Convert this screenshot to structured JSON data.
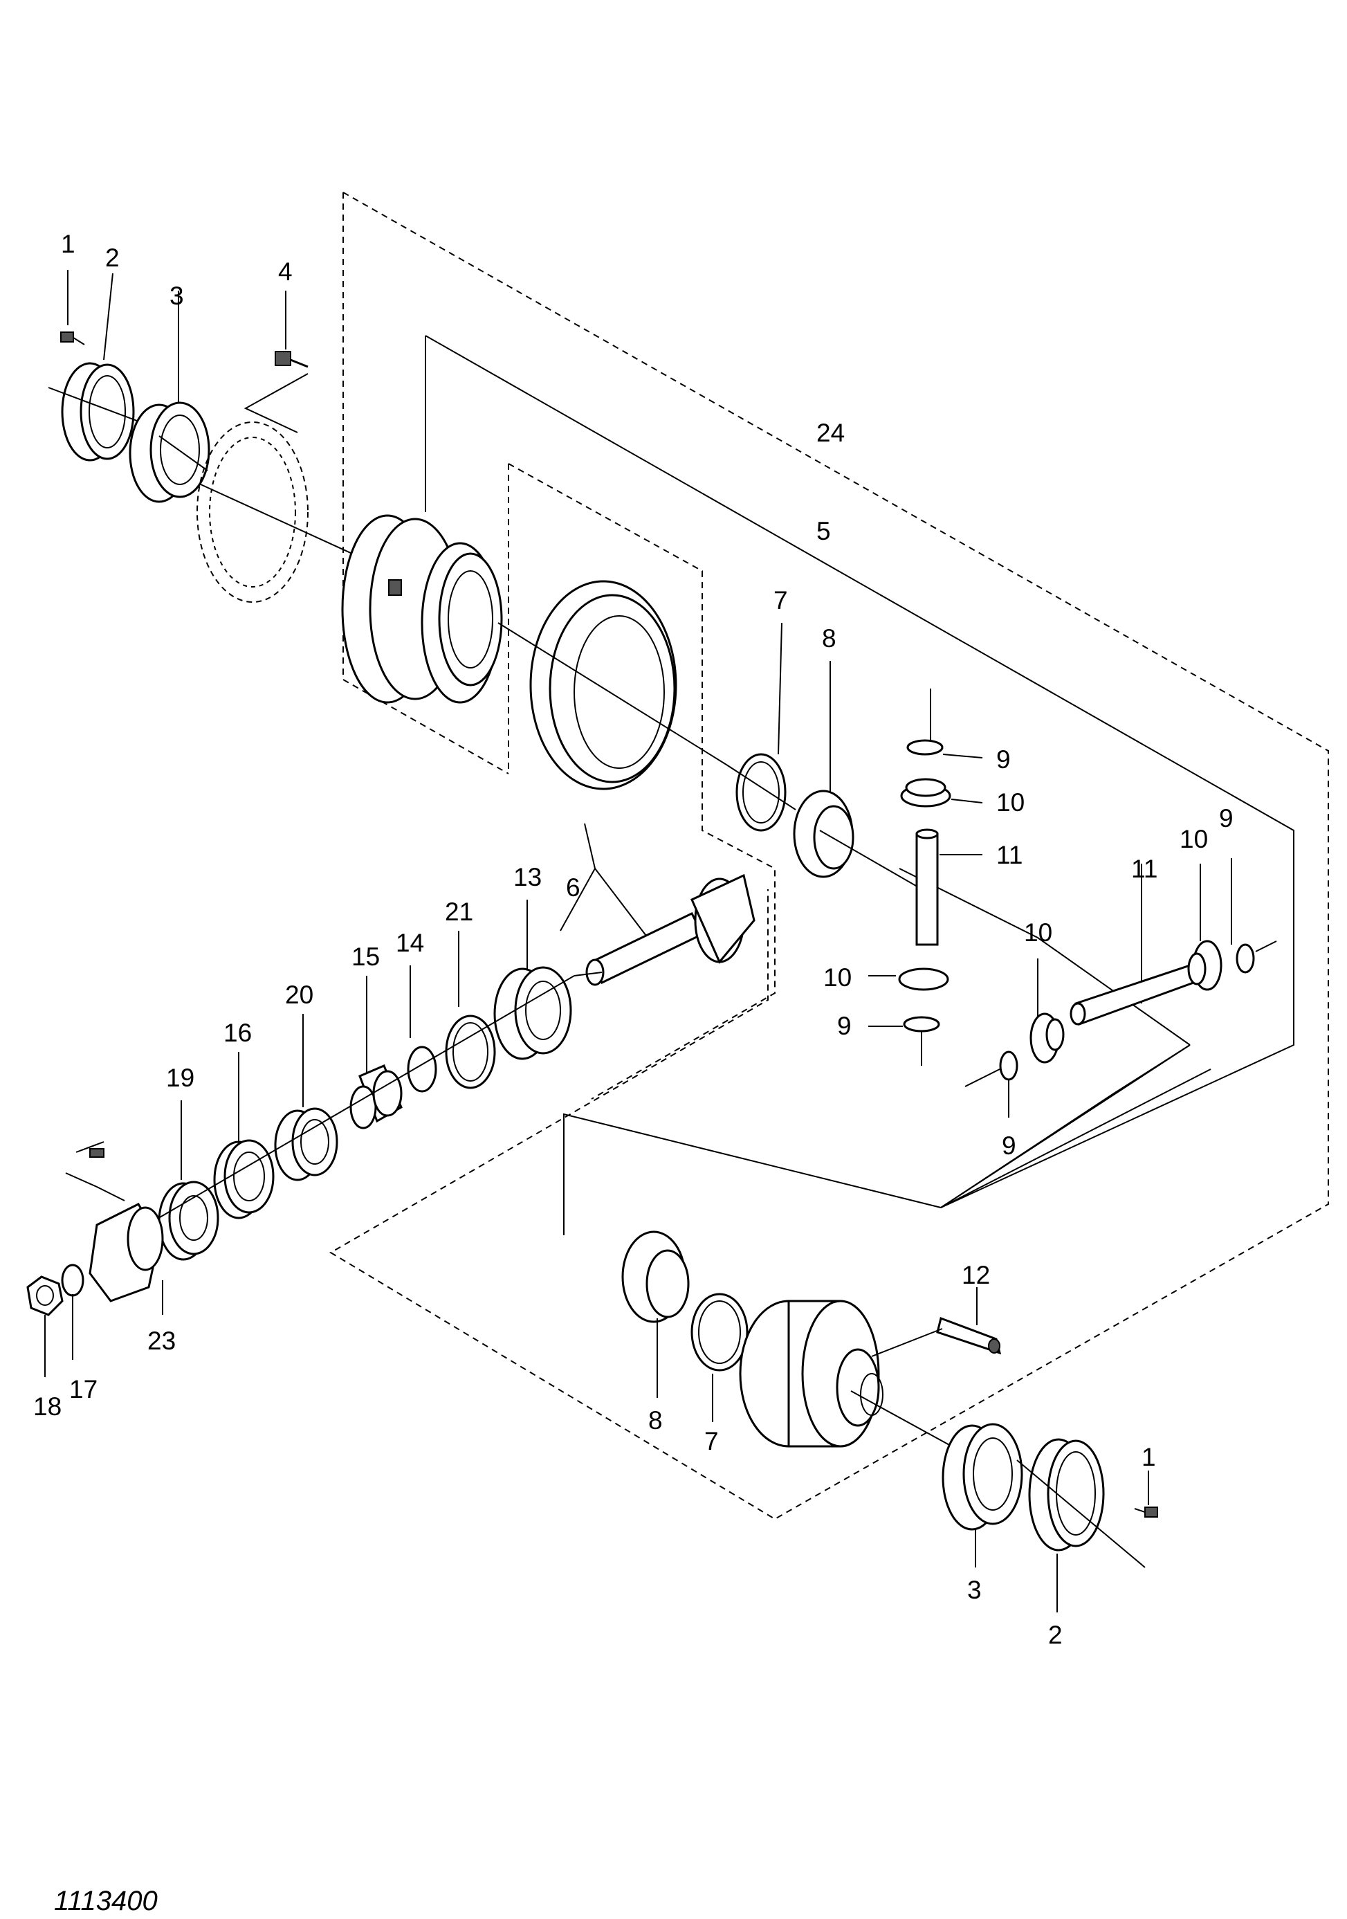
{
  "drawing_reference": "1113400",
  "callouts": [
    {
      "id": "c1a",
      "label": "1"
    },
    {
      "id": "c2a",
      "label": "2"
    },
    {
      "id": "c3a",
      "label": "3"
    },
    {
      "id": "c4",
      "label": "4"
    },
    {
      "id": "c24",
      "label": "24"
    },
    {
      "id": "c5",
      "label": "5"
    },
    {
      "id": "c7a",
      "label": "7"
    },
    {
      "id": "c8a",
      "label": "8"
    },
    {
      "id": "c9a",
      "label": "9"
    },
    {
      "id": "c10a",
      "label": "10"
    },
    {
      "id": "c11a",
      "label": "11"
    },
    {
      "id": "c9b",
      "label": "9"
    },
    {
      "id": "c10b",
      "label": "10"
    },
    {
      "id": "c11b",
      "label": "11"
    },
    {
      "id": "c13",
      "label": "13"
    },
    {
      "id": "c6",
      "label": "6"
    },
    {
      "id": "c21",
      "label": "21"
    },
    {
      "id": "c14",
      "label": "14"
    },
    {
      "id": "c15",
      "label": "15"
    },
    {
      "id": "c20",
      "label": "20"
    },
    {
      "id": "c16",
      "label": "16"
    },
    {
      "id": "c19",
      "label": "19"
    },
    {
      "id": "c10c",
      "label": "10"
    },
    {
      "id": "c10d",
      "label": "10"
    },
    {
      "id": "c9c",
      "label": "9"
    },
    {
      "id": "c9d",
      "label": "9"
    },
    {
      "id": "c12",
      "label": "12"
    },
    {
      "id": "c23",
      "label": "23"
    },
    {
      "id": "c17",
      "label": "17"
    },
    {
      "id": "c18",
      "label": "18"
    },
    {
      "id": "c8b",
      "label": "8"
    },
    {
      "id": "c7b",
      "label": "7"
    },
    {
      "id": "c1b",
      "label": "1"
    },
    {
      "id": "c3b",
      "label": "3"
    },
    {
      "id": "c2b",
      "label": "2"
    }
  ]
}
